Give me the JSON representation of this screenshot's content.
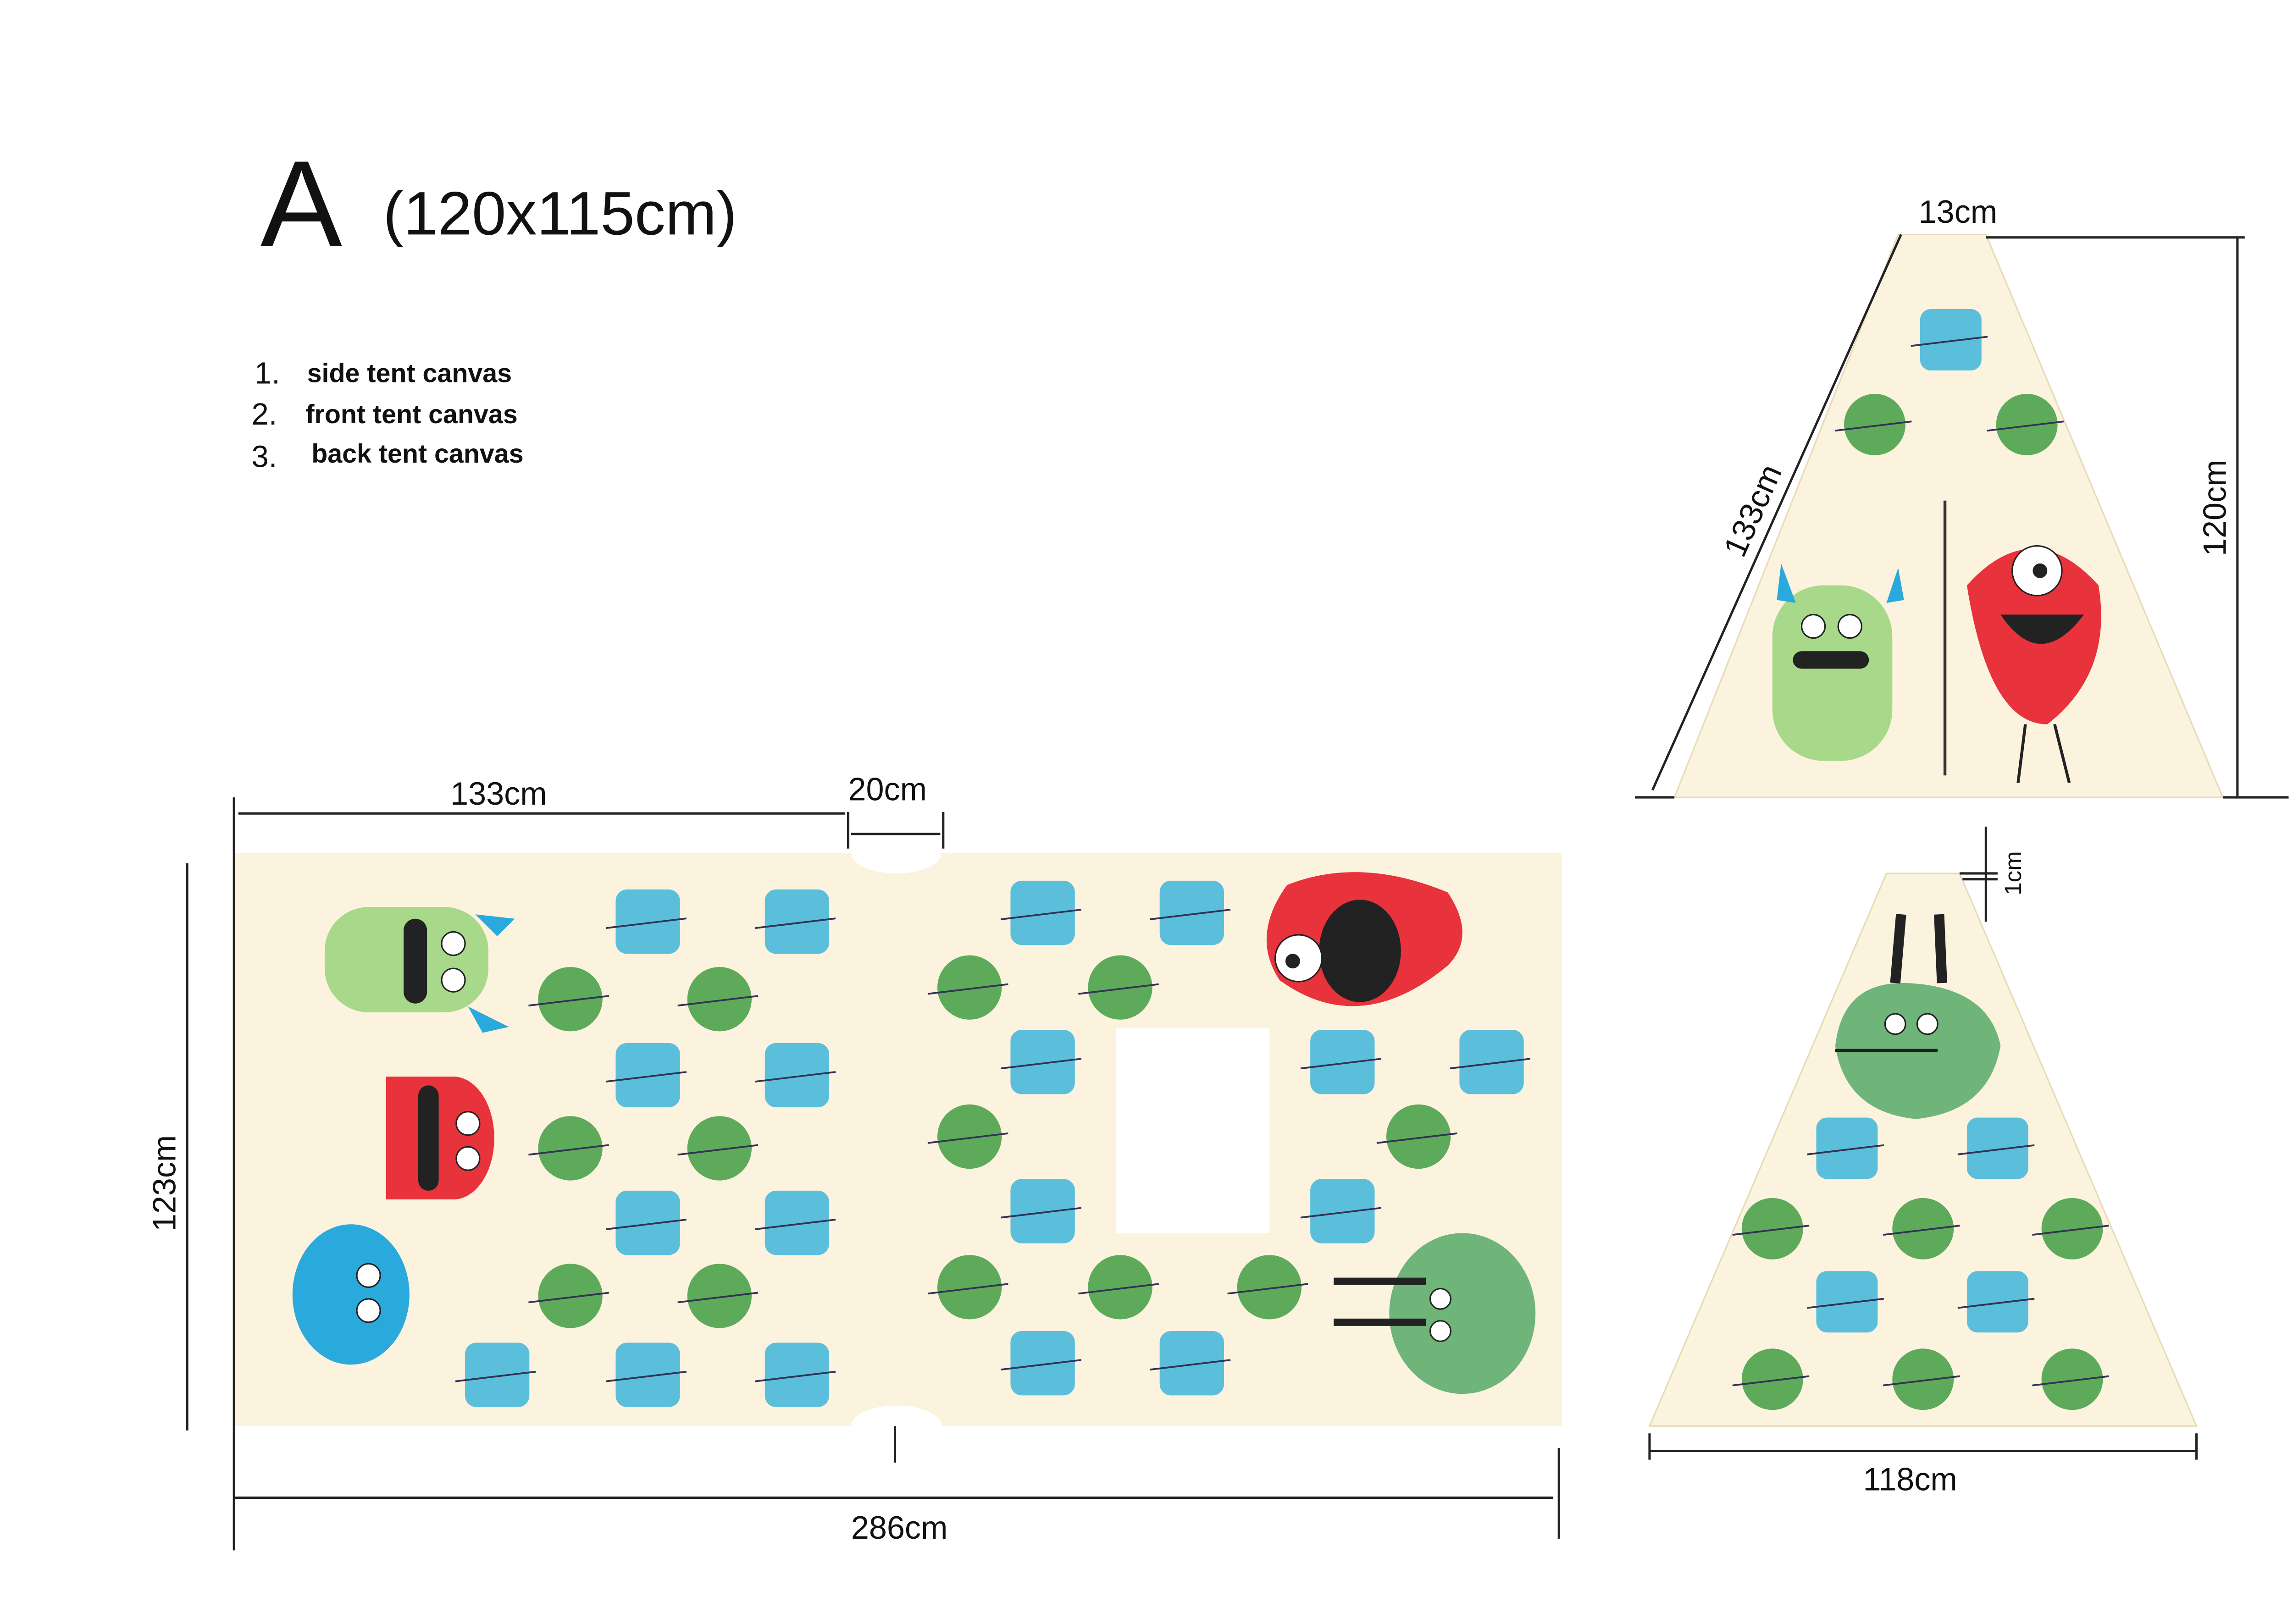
{
  "header": {
    "letter": "A",
    "size": "(120x115cm)"
  },
  "legend": [
    {
      "num": "1.",
      "label": "side tent canvas"
    },
    {
      "num": "2.",
      "label": "front tent canvas"
    },
    {
      "num": "3.",
      "label": "back tent canvas"
    }
  ],
  "side_canvas": {
    "dim_panel": "133cm",
    "dim_gap": "20cm",
    "dim_height": "123cm",
    "dim_width": "286cm"
  },
  "front_canvas": {
    "dim_top": "13cm",
    "dim_slant": "133cm",
    "dim_height": "120cm"
  },
  "back_canvas": {
    "dim_offset": "1cm",
    "dim_base": "118cm"
  },
  "colors": {
    "canvas": "#fbf3de",
    "leaf_blue": "#5bbfdc",
    "leaf_green": "#5daa5a",
    "monster_red": "#e8323c",
    "monster_green": "#a8d88a",
    "monster_blue": "#2aa9dc"
  }
}
